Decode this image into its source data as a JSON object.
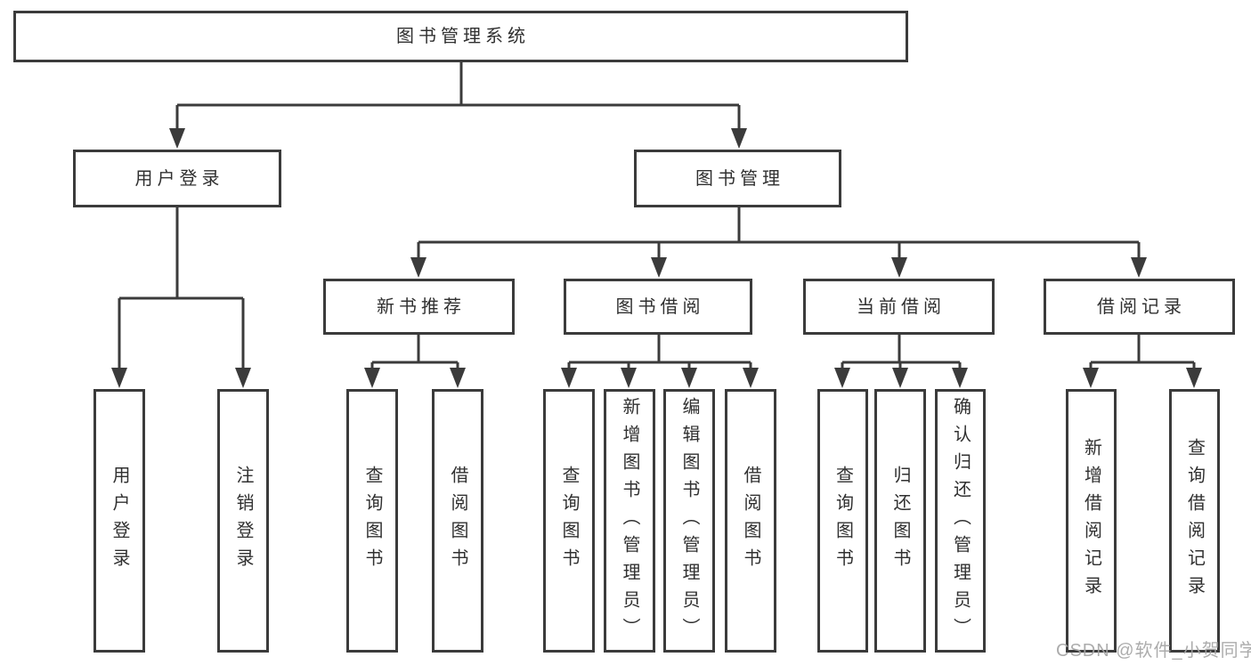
{
  "nodes": {
    "root": "图书管理系统",
    "level2": [
      "用户登录",
      "图书管理"
    ],
    "level3": [
      "新书推荐",
      "图书借阅",
      "当前借阅",
      "借阅记录"
    ],
    "leaves": {
      "user_login": [
        "用户登录",
        "注销登录"
      ],
      "new_book_recommend": [
        "查询图书",
        "借阅图书"
      ],
      "book_borrowing": [
        "查询图书",
        "新增图书（管理员）",
        "编辑图书（管理员）",
        "借阅图书"
      ],
      "current_borrowing": [
        "查询图书",
        "归还图书",
        "确认归还（管理员）"
      ],
      "borrowing_records": [
        "新增借阅记录",
        "查询借阅记录"
      ]
    }
  },
  "structure": [
    {
      "parent": "图书管理系统",
      "children": [
        "用户登录",
        "图书管理"
      ]
    },
    {
      "parent": "用户登录",
      "children": [
        "用户登录",
        "注销登录"
      ]
    },
    {
      "parent": "图书管理",
      "children": [
        "新书推荐",
        "图书借阅",
        "当前借阅",
        "借阅记录"
      ]
    },
    {
      "parent": "新书推荐",
      "children": [
        "查询图书",
        "借阅图书"
      ]
    },
    {
      "parent": "图书借阅",
      "children": [
        "查询图书",
        "新增图书（管理员）",
        "编辑图书（管理员）",
        "借阅图书"
      ]
    },
    {
      "parent": "当前借阅",
      "children": [
        "查询图书",
        "归还图书",
        "确认归还（管理员）"
      ]
    },
    {
      "parent": "借阅记录",
      "children": [
        "新增借阅记录",
        "查询借阅记录"
      ]
    }
  ],
  "watermark": "CSDN @软件_小贺同学",
  "colors": {
    "line": "#3b3b3b",
    "text": "#303030",
    "watermark": "#a5a5a5",
    "background": "#ffffff"
  }
}
